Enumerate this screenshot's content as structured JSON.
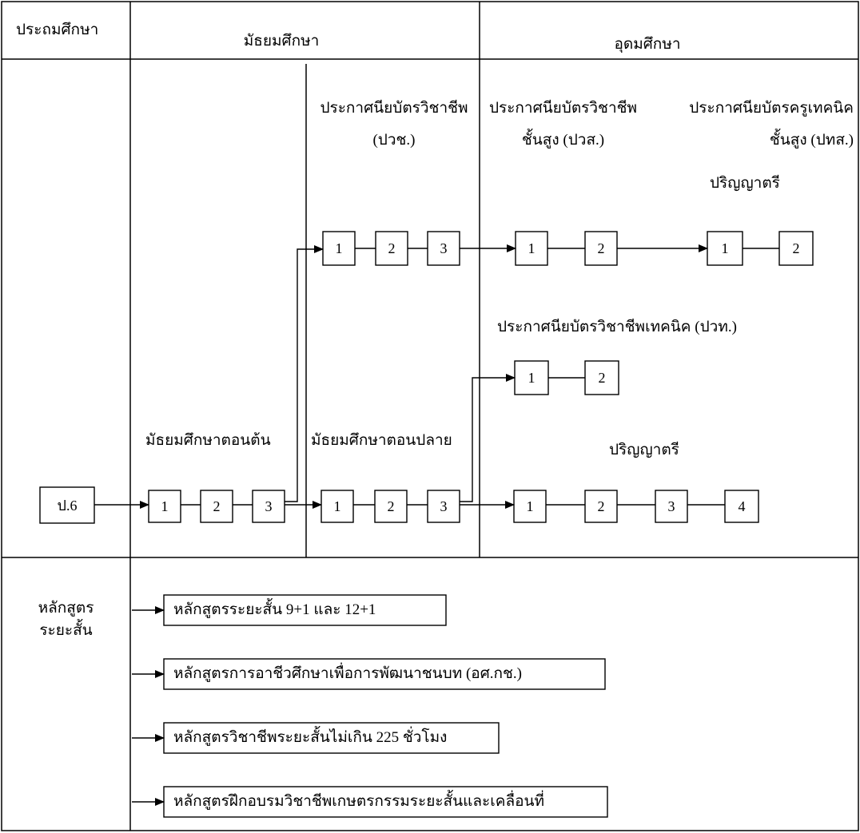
{
  "headers": {
    "primary": "ประถมศึกษา",
    "secondary": "มัธยมศึกษา",
    "higher": "อุดมศึกษา"
  },
  "labels": {
    "pvc": [
      "ประกาศนียบัตรวิชาชีพ",
      "(ปวช.)"
    ],
    "hvc": [
      "ประกาศนียบัตรวิชาชีพ",
      "ชั้นสูง (ปวส.)"
    ],
    "hdtt": [
      "ประกาศนียบัตรครูเทคนิค",
      "ชั้นสูง (ปทส.)"
    ],
    "bachelor_top": "ปริญญาตรี",
    "tech_cert": "ประกาศนียบัตรวิชาชีพเทคนิค  (ปวท.)",
    "lower_secondary": "มัธยมศึกษาตอนต้น",
    "upper_secondary": "มัธยมศึกษาตอนปลาย",
    "bachelor_bottom": "ปริญญาตรี",
    "short_courses": [
      "หลักสูตร",
      "ระยะสั้น"
    ]
  },
  "boxes": {
    "p6": "ป.6",
    "lower_secondary": [
      "1",
      "2",
      "3"
    ],
    "upper_secondary": [
      "1",
      "2",
      "3"
    ],
    "pvc": [
      "1",
      "2",
      "3"
    ],
    "hvc": [
      "1",
      "2"
    ],
    "bachelor_top": [
      "1",
      "2"
    ],
    "tech_cert": [
      "1",
      "2"
    ],
    "bachelor_bottom": [
      "1",
      "2",
      "3",
      "4"
    ]
  },
  "short_course_items": [
    "หลักสูตรระยะสั้น 9+1 และ 12+1",
    "หลักสูตรการอาชีวศึกษาเพื่อการพัฒนาชนบท (อศ.กช.)",
    "หลักสูตรวิชาชีพระยะสั้นไม่เกิน 225 ชั่วโมง",
    "หลักสูตรฝึกอบรมวิชาชีพเกษตรกรรมระยะสั้นและเคลื่อนที่"
  ]
}
